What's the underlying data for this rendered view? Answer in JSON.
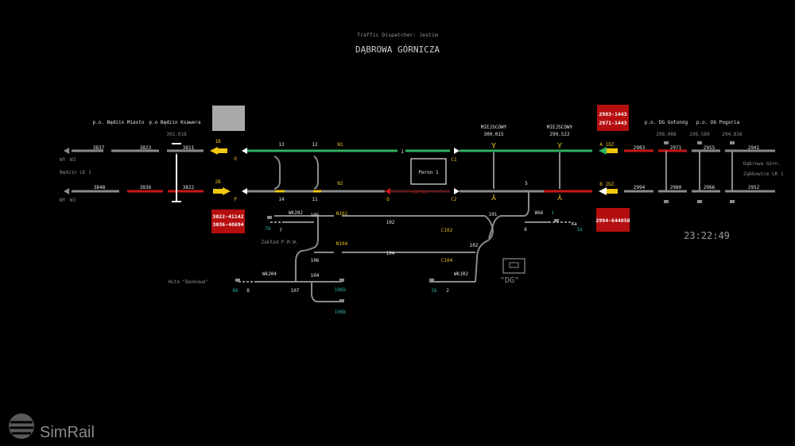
{
  "header": {
    "dispatcher": "Traffic Dispatcher: Jestim",
    "station": "DĄBROWA GÓRNICZA"
  },
  "clock": "23:22:49",
  "logo": {
    "text": "SimRail",
    "icon": "simrail-logo-icon"
  },
  "stations": {
    "bedzin_miasto": "p.o. Będzin Miasto",
    "bedzin_ksawera": "p.o Będzin Ksawera",
    "dg_golonog": "p.o. DG Gołonóg",
    "dg_pogoria": "p.o. DG Pogoria",
    "bedzin_lk1": "Będzin LK 1",
    "dabrowa_gorn": "Dąbrowa Górn.",
    "zabkowice_lk1": "Ząbkowice LK 1",
    "huta_bankowa": "Huta \"Bankowa\"",
    "zaklad_pmw": "Zakład P.M.W.",
    "peron": "Peron 1",
    "dg_box": "\"DG\""
  },
  "miejscowy": [
    {
      "label": "MIEJSCOWY",
      "km": "300.015"
    },
    {
      "label": "MIEJSCOWY",
      "km": "299.522"
    }
  ],
  "kilometers": {
    "k1": "302.018",
    "k2": "298.088",
    "k3": "296.589",
    "k4": "294.836"
  },
  "wy_wj": {
    "wy": "WY",
    "wj": "WJ"
  },
  "train_boxes": {
    "left": [
      "3022-41142",
      "3036-48694"
    ],
    "right_top": [
      "2983-1443",
      "2971-1443"
    ],
    "right_bottom": [
      "2994-644050"
    ]
  },
  "track_labels": {
    "t3837": "3837",
    "t3823": "3823",
    "t3811": "3811",
    "t3848": "3848",
    "t3836": "3836",
    "t3822": "3822",
    "t2983": "2983",
    "t2971": "2971",
    "t2955": "2955",
    "t2941": "2941",
    "t2994": "2994",
    "t2980": "2980",
    "t2966": "2966",
    "t2952": "2952",
    "tr1": "1",
    "tr13": "13",
    "tr12": "12",
    "tr14": "14",
    "tr11": "11",
    "tr5": "5",
    "tr101": "101",
    "tr102": "102",
    "tr102b": "102",
    "tr104": "104",
    "tr104b": "104",
    "tr105": "105",
    "tr106": "106",
    "tr107": "107",
    "tr6": "6",
    "tr7": "7",
    "tr8": "8",
    "tr2": "2",
    "tr1b": "1",
    "trWk6": "Wk6",
    "trWk202": "Wk202",
    "trWk204": "Wk204",
    "trWk102": "Wk102"
  },
  "signals": {
    "s1B": "1B",
    "s2B": "2B",
    "sO": "O",
    "sP": "P",
    "sN1": "N1",
    "sN2": "N2",
    "sD": "D",
    "sC1": "C1",
    "sC2": "C2",
    "sA": "A",
    "s1DZ": "1DZ",
    "sB": "B",
    "s2DZ": "2DZ",
    "sN102": "N102",
    "sN104": "N104",
    "sC102": "C102",
    "sC104": "C104",
    "s4a": "4a",
    "s1k": "1k",
    "s7k": "7k",
    "s8k": "8k",
    "s2k": "2k",
    "s106k": "106k",
    "s108k": "108k",
    "redTiny": "N2-01"
  },
  "colors": {
    "track": "#8a8a8a",
    "occupied": "#c81818",
    "route": "#30b060",
    "signal_yellow": "#f0c810",
    "box_red": "#b40e0e",
    "bg": "#000000"
  }
}
